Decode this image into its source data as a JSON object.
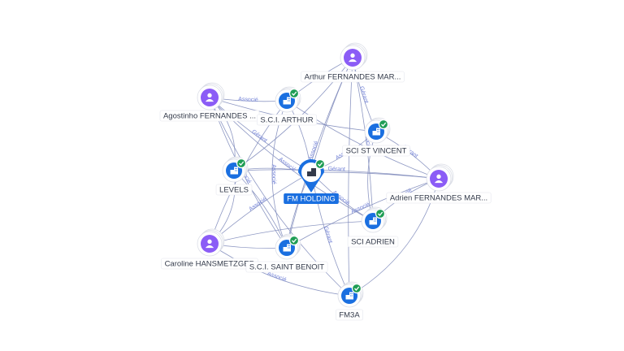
{
  "colors": {
    "company": "#1a6fe0",
    "person": "#8b5cf6",
    "check": "#1f9d55",
    "edge": "#7a86b8",
    "edge_label": "#6f7fd6"
  },
  "icons": {
    "company": "building-icon",
    "person": "person-icon",
    "check": "check-badge-icon"
  },
  "main_node": {
    "label": "FM HOLDING"
  },
  "nodes": [
    {
      "id": "arthur_p",
      "label": "Arthur FERNANDES MAR...",
      "kind": "person"
    },
    {
      "id": "agostinho",
      "label": "Agostinho FERNANDES ...",
      "kind": "person"
    },
    {
      "id": "sci_arthur",
      "label": "S.C.I. ARTHUR",
      "kind": "company"
    },
    {
      "id": "sci_stv",
      "label": "SCI ST VINCENT",
      "kind": "company"
    },
    {
      "id": "levels",
      "label": "LEVELS",
      "kind": "company"
    },
    {
      "id": "adrien",
      "label": "Adrien FERNANDES MAR...",
      "kind": "person"
    },
    {
      "id": "sci_adrien",
      "label": "SCI ADRIEN",
      "kind": "company"
    },
    {
      "id": "caroline",
      "label": "Caroline HANSMETZGER",
      "kind": "person"
    },
    {
      "id": "sci_benoit",
      "label": "S.C.I. SAINT BENOIT",
      "kind": "company"
    },
    {
      "id": "fm3a",
      "label": "FM3A",
      "kind": "company"
    }
  ],
  "edge_labels": {
    "associe": "Associé",
    "gerant": "Gérant"
  }
}
